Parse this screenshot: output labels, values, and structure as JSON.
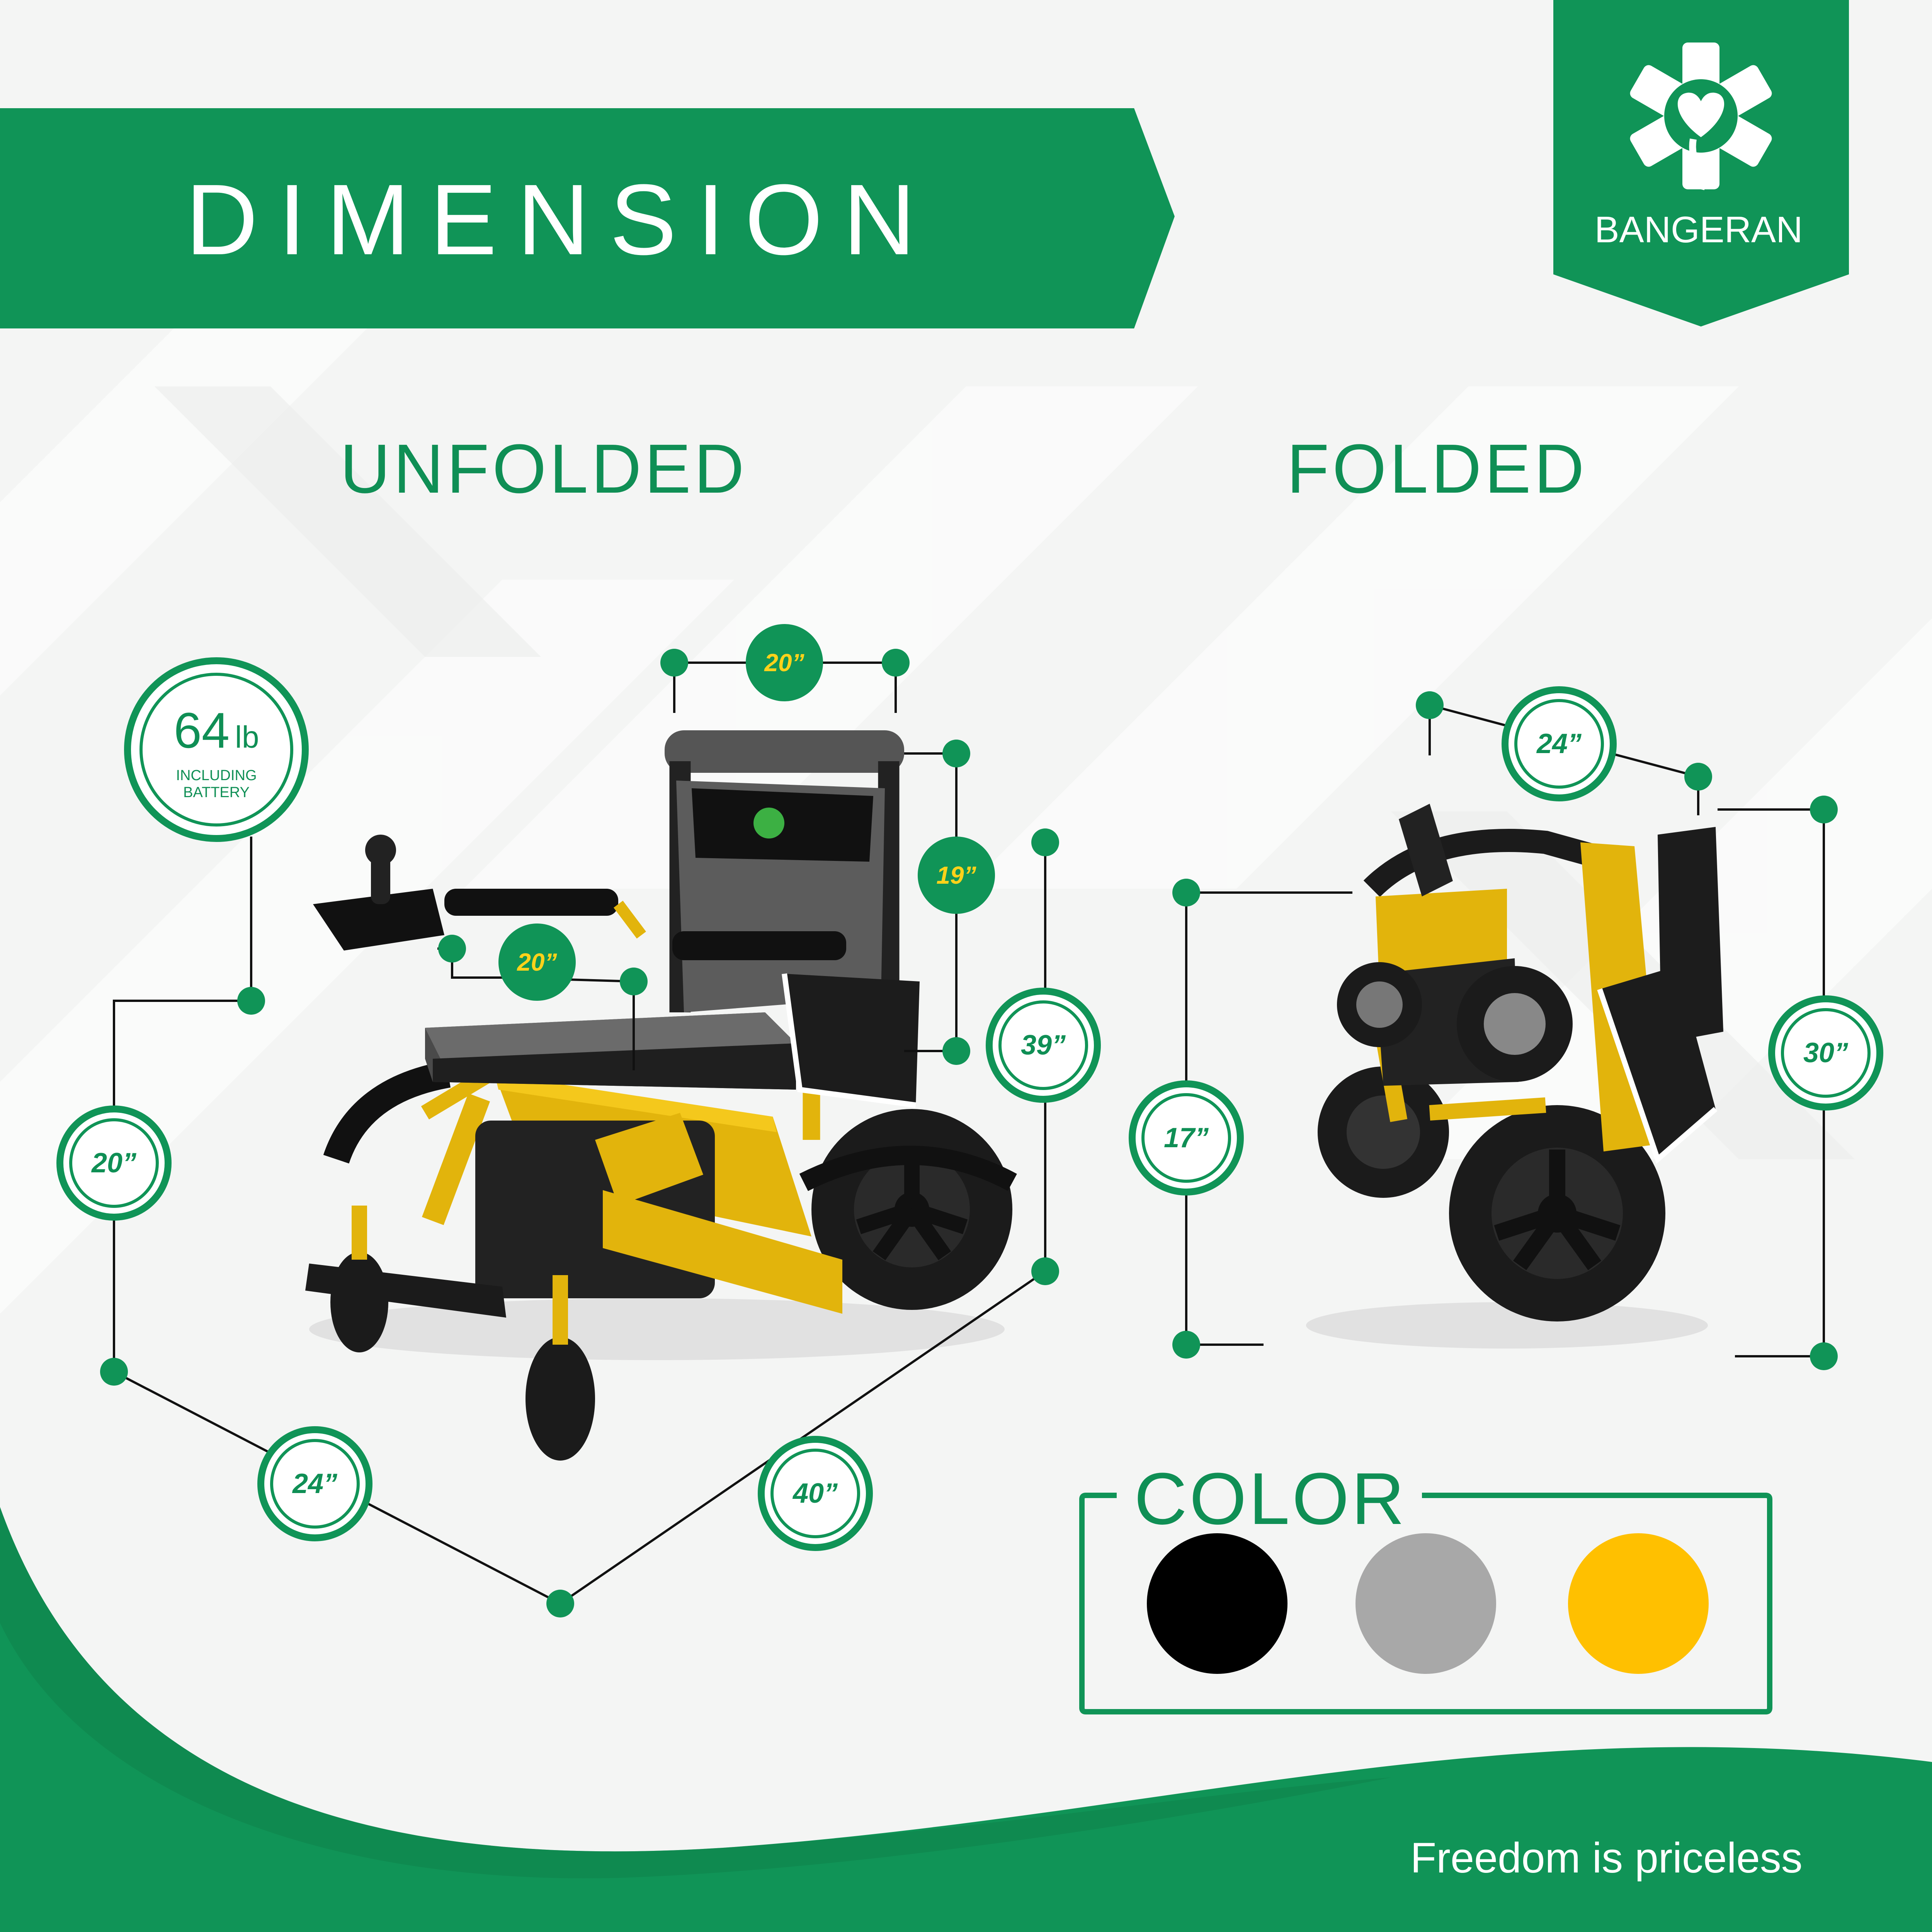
{
  "header": {
    "title": "DIMENSION"
  },
  "brand": {
    "name": "BANGERAN",
    "logo_icon": "star-of-life-heart-icon"
  },
  "sections": {
    "unfolded": "UNFOLDED",
    "folded": "FOLDED"
  },
  "weight": {
    "value": "64",
    "unit": "lb",
    "note": "INCLUDING BATTERY"
  },
  "unfolded_dims": {
    "back_width": "20”",
    "back_height": "19”",
    "seat_depth": "20”",
    "total_height": "39”",
    "seat_height": "20”",
    "width": "24”",
    "length": "40”"
  },
  "folded_dims": {
    "depth": "24”",
    "height": "30”",
    "width": "17”"
  },
  "color_section": {
    "title": "COLOR",
    "swatches": [
      {
        "name": "black",
        "hex": "#000000"
      },
      {
        "name": "gray",
        "hex": "#a8a8a8"
      },
      {
        "name": "yellow",
        "hex": "#ffc000"
      }
    ]
  },
  "footer": {
    "slogan": "Freedom is priceless"
  },
  "theme": {
    "green": "#0f8f55",
    "yellow": "#ffd21a"
  }
}
